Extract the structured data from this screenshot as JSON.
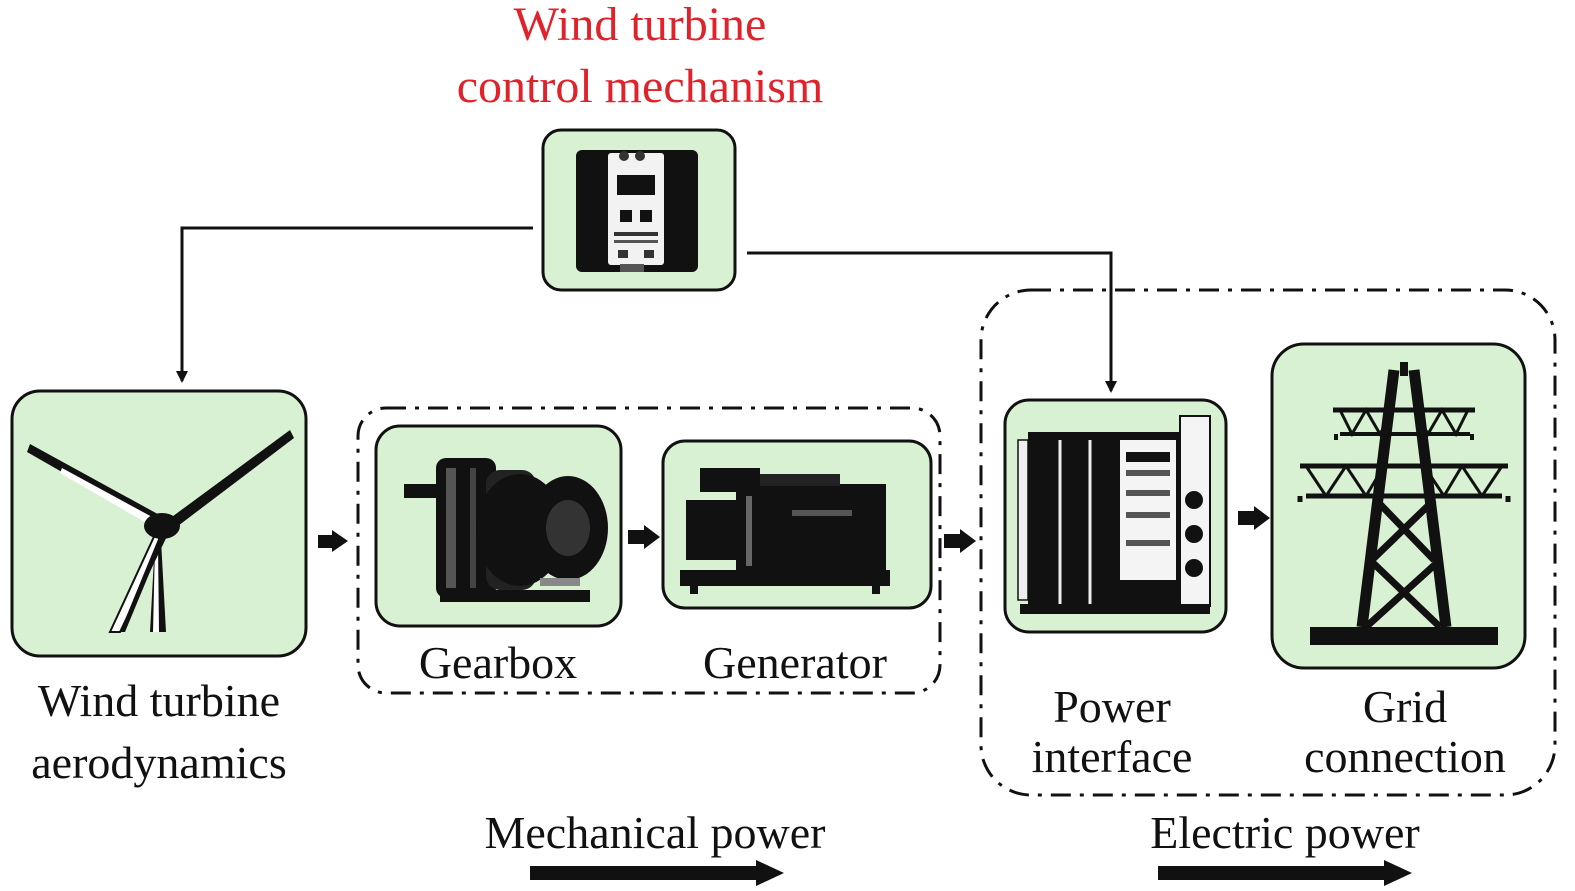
{
  "diagram": {
    "controller": {
      "title_line1": "Wind turbine",
      "title_line2": "control mechanism",
      "icon": "controller-unit-icon"
    },
    "nodes": [
      {
        "id": "turbine",
        "line1": "Wind turbine",
        "line2": "aerodynamics",
        "icon": "wind-turbine-icon"
      },
      {
        "id": "gearbox",
        "line1": "Gearbox",
        "line2": "",
        "icon": "gearbox-icon"
      },
      {
        "id": "generator",
        "line1": "Generator",
        "line2": "",
        "icon": "generator-icon"
      },
      {
        "id": "power-interface",
        "line1": "Power",
        "line2": "interface",
        "icon": "power-cabinet-icon"
      },
      {
        "id": "grid",
        "line1": "Grid",
        "line2": "connection",
        "icon": "transmission-tower-icon"
      }
    ],
    "flows": {
      "mechanical": "Mechanical power",
      "electric": "Electric power"
    },
    "colors": {
      "box_fill": "#d9f1d3",
      "accent_red": "#e0222a",
      "stroke": "#111111"
    }
  }
}
